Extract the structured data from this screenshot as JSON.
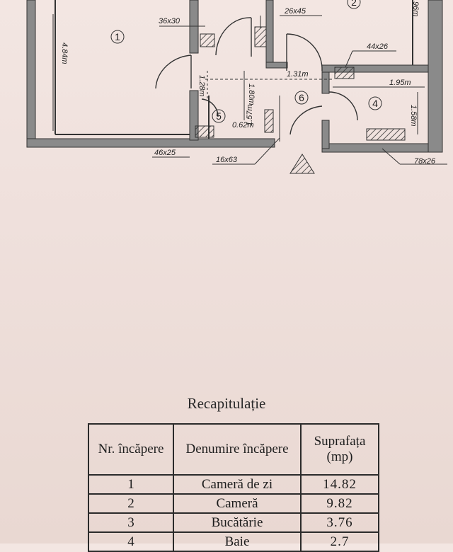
{
  "plan": {
    "dimensions": {
      "d36x30": "36x30",
      "d26x45": "26x45",
      "d44x26": "44x26",
      "d46x25": "46x25",
      "d16x63": "16x63",
      "d78x26": "78x26",
      "l484": "4.84m",
      "l131": "1.31m",
      "l195": "1.95m",
      "l157": "1.57m",
      "l180": "1.80m",
      "l062": "0.62m",
      "l128": "1.28m",
      "l158": "1.58m",
      "l_edge": "96m"
    },
    "room_numbers": {
      "r1": "1",
      "r2": "2",
      "r4": "4",
      "r5": "5",
      "r6": "6"
    }
  },
  "recap": {
    "title": "Recapitulație",
    "headers": [
      "Nr. încăpere",
      "Denumire încăpere",
      "Suprafața (mp)"
    ],
    "rows": [
      {
        "nr": "1",
        "name": "Cameră de zi",
        "area": "14.82"
      },
      {
        "nr": "2",
        "name": "Cameră",
        "area": "9.82"
      },
      {
        "nr": "3",
        "name": "Bucătărie",
        "area": "3.76"
      },
      {
        "nr": "4",
        "name": "Baie",
        "area": "2.7"
      }
    ]
  }
}
